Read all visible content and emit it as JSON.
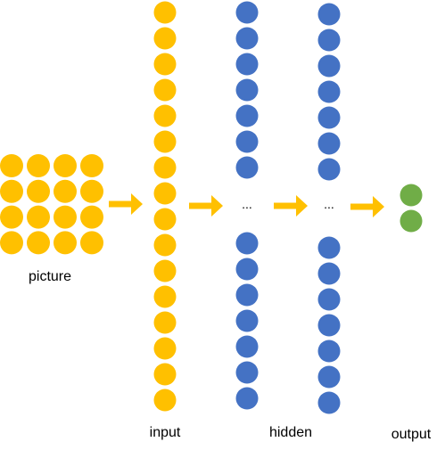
{
  "colors": {
    "picture_node": "#FFC000",
    "input_node": "#FFC000",
    "hidden_node": "#4472C4",
    "output_node": "#70AD47",
    "arrow": "#FFC000",
    "text": "#000000"
  },
  "picture": {
    "label": "picture",
    "rows": 4,
    "cols": 4
  },
  "input": {
    "label": "input",
    "node_count": 16
  },
  "hidden": {
    "label": "hidden",
    "layers": [
      {
        "top_nodes": 7,
        "bottom_nodes": 7,
        "ellipsis": "..."
      },
      {
        "top_nodes": 7,
        "bottom_nodes": 7,
        "ellipsis": "..."
      }
    ]
  },
  "output": {
    "label": "output",
    "node_count": 2
  },
  "arrows": [
    {
      "from": "picture",
      "to": "input"
    },
    {
      "from": "input",
      "to": "hidden-1"
    },
    {
      "from": "hidden-1",
      "to": "hidden-2"
    },
    {
      "from": "hidden-2",
      "to": "output"
    }
  ]
}
